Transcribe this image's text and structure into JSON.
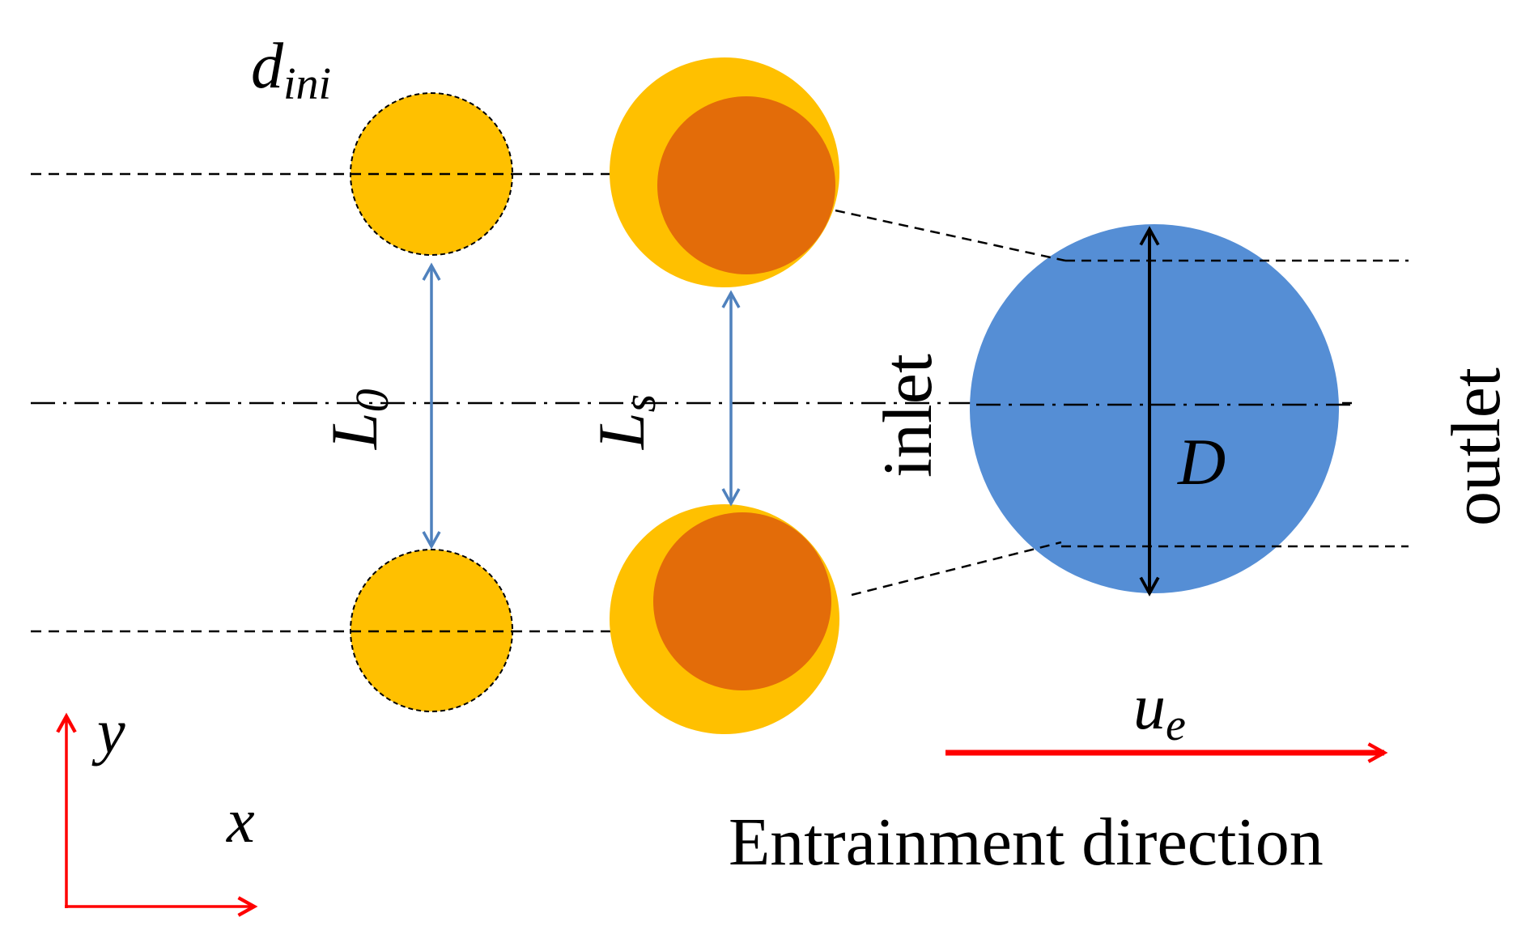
{
  "labels": {
    "d": "d",
    "d_sub": "ini",
    "l0": "L",
    "l0_sub": "0",
    "ls": "L",
    "ls_sub": "s",
    "inlet": "inlet",
    "outlet": "outlet",
    "D": "D",
    "u": "u",
    "u_sub": "e",
    "entrainment": "Entrainment direction",
    "axis_y": "y",
    "axis_x": "x"
  },
  "colors": {
    "droplet_yellow": "#FFC000",
    "droplet_orange": "#E36C09",
    "contact_blue": "#558ED5",
    "arrow_blue": "#4F81BD",
    "arrow_red": "#FF0000",
    "line_black": "#000000"
  }
}
